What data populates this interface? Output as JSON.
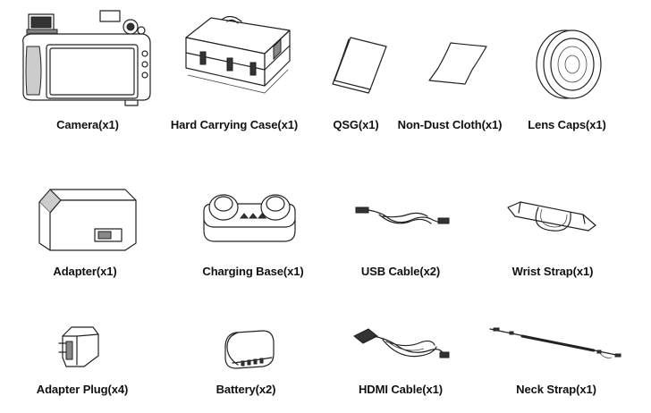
{
  "items": [
    {
      "label": "Camera(x1)",
      "icon": "camera-icon"
    },
    {
      "label": "Hard Carrying Case(x1)",
      "icon": "carrying-case-icon"
    },
    {
      "label": "QSG(x1)",
      "icon": "booklet-icon"
    },
    {
      "label": "Non-Dust Cloth(x1)",
      "icon": "cloth-icon"
    },
    {
      "label": "Lens Caps(x1)",
      "icon": "lens-cap-icon"
    },
    {
      "label": "Adapter(x1)",
      "icon": "adapter-icon"
    },
    {
      "label": "Charging Base(x1)",
      "icon": "charging-base-icon"
    },
    {
      "label": "USB Cable(x2)",
      "icon": "usb-cable-icon"
    },
    {
      "label": "Wrist Strap(x1)",
      "icon": "wrist-strap-icon"
    },
    {
      "label": "Adapter Plug(x4)",
      "icon": "adapter-plug-icon"
    },
    {
      "label": "Battery(x2)",
      "icon": "battery-icon"
    },
    {
      "label": "HDMI Cable(x1)",
      "icon": "hdmi-cable-icon"
    },
    {
      "label": "Neck Strap(x1)",
      "icon": "neck-strap-icon"
    }
  ]
}
